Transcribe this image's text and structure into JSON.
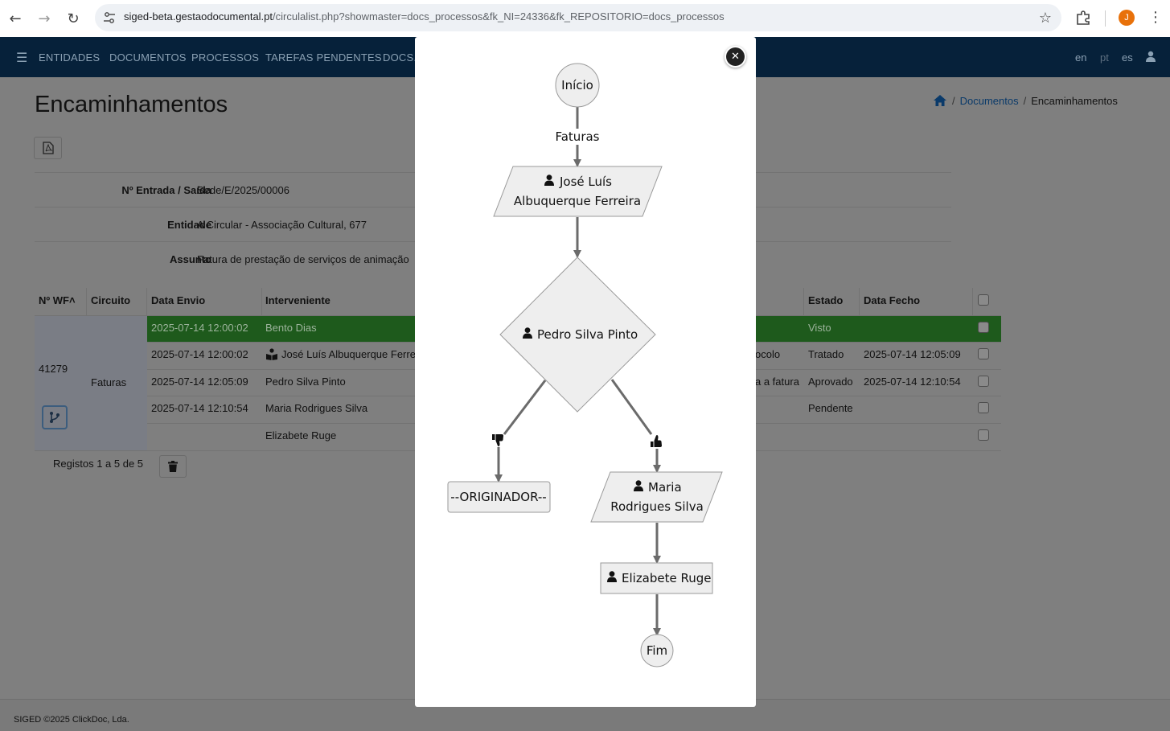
{
  "browser": {
    "url_host": "siged-beta.gestaodocumental.pt",
    "url_path": "/circulalist.php?showmaster=docs_processos&fk_NI=24336&fk_REPOSITORIO=docs_processos",
    "profile_initial": "J"
  },
  "nav": {
    "items": [
      "ENTIDADES",
      "DOCUMENTOS",
      "PROCESSOS",
      "TAREFAS PENDENTES",
      "DOCS."
    ],
    "languages": [
      "en",
      "pt",
      "es"
    ]
  },
  "page": {
    "title": "Encaminhamentos",
    "breadcrumb": {
      "link": "Documentos",
      "current": "Encaminhamentos"
    }
  },
  "info": [
    {
      "label": "Nº Entrada / Saída",
      "value": "Sede/E/2025/00006"
    },
    {
      "label": "Entidade",
      "value": "A Circular - Associação Cultural, 677"
    },
    {
      "label": "Assunto",
      "value": "Fatura de prestação de serviços de animação"
    }
  ],
  "table": {
    "headers": {
      "wf": "Nº WF˄",
      "circuito": "Circuito",
      "data_envio": "Data Envio",
      "interveniente": "Interveniente",
      "estado": "Estado",
      "data_fecho": "Data Fecho"
    },
    "wf_number": "41279",
    "circuito": "Faturas",
    "rows": [
      {
        "data_envio": "2025-07-14 12:00:02",
        "interveniente": "Bento Dias",
        "obs": "",
        "estado": "Visto",
        "data_fecho": ""
      },
      {
        "data_envio": "2025-07-14 12:00:02",
        "interveniente": "José Luís Albuquerque Ferre",
        "obs": "ocolo",
        "estado": "Tratado",
        "data_fecho": "2025-07-14 12:05:09"
      },
      {
        "data_envio": "2025-07-14 12:05:09",
        "interveniente": "Pedro Silva Pinto",
        "obs": "a a fatura",
        "estado": "Aprovado",
        "data_fecho": "2025-07-14 12:10:54"
      },
      {
        "data_envio": "2025-07-14 12:10:54",
        "interveniente": "Maria Rodrigues Silva",
        "obs": "",
        "estado": "Pendente",
        "data_fecho": ""
      },
      {
        "data_envio": "",
        "interveniente": "Elizabete Ruge",
        "obs": "",
        "estado": "",
        "data_fecho": ""
      }
    ],
    "records": "Registos 1 a 5 de 5"
  },
  "footer": {
    "text": "SIGED ©2025 ClickDoc, Lda."
  },
  "flow": {
    "start": "Início",
    "edge_label": "Faturas",
    "node1_line1": "José Luís",
    "node1_line2": "Albuquerque Ferreira",
    "decision": "Pedro Silva Pinto",
    "reject_target": "--ORIGINADOR--",
    "node3_line1": "Maria",
    "node3_line2": "Rodrigues Silva",
    "node4": "Elizabete Ruge",
    "end": "Fim",
    "colors": {
      "node_fill": "#eeeeee",
      "node_stroke": "#9a9a9a",
      "edge": "#6b6b6b"
    }
  }
}
